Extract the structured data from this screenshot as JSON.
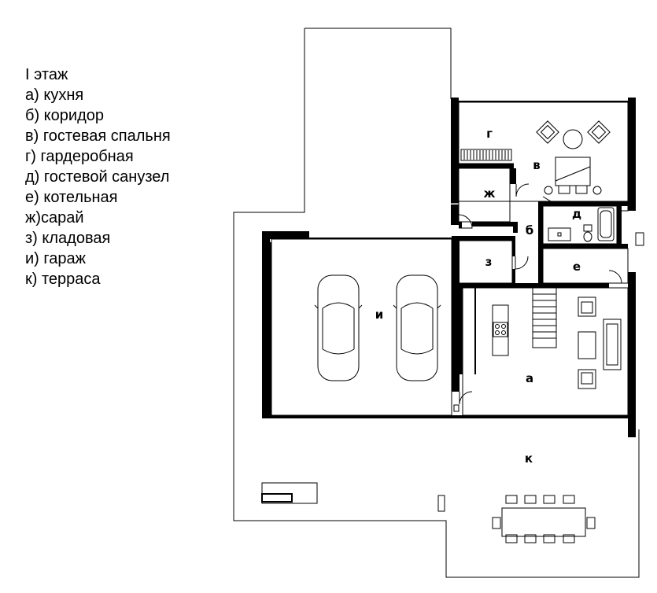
{
  "legend": {
    "title": "I этаж",
    "items": [
      "а) кухня",
      "б) коридор",
      "в) гостевая спальня",
      "г)  гардеробная",
      "д) гостевой санузел",
      "е) котельная",
      "ж)сарай",
      "з) кладовая",
      "и) гараж",
      "к) терраса"
    ]
  },
  "rooms": {
    "a": "а",
    "b": "б",
    "v": "в",
    "g": "г",
    "d": "д",
    "e": "е",
    "zh": "ж",
    "z": "з",
    "i": "и",
    "k": "к"
  }
}
